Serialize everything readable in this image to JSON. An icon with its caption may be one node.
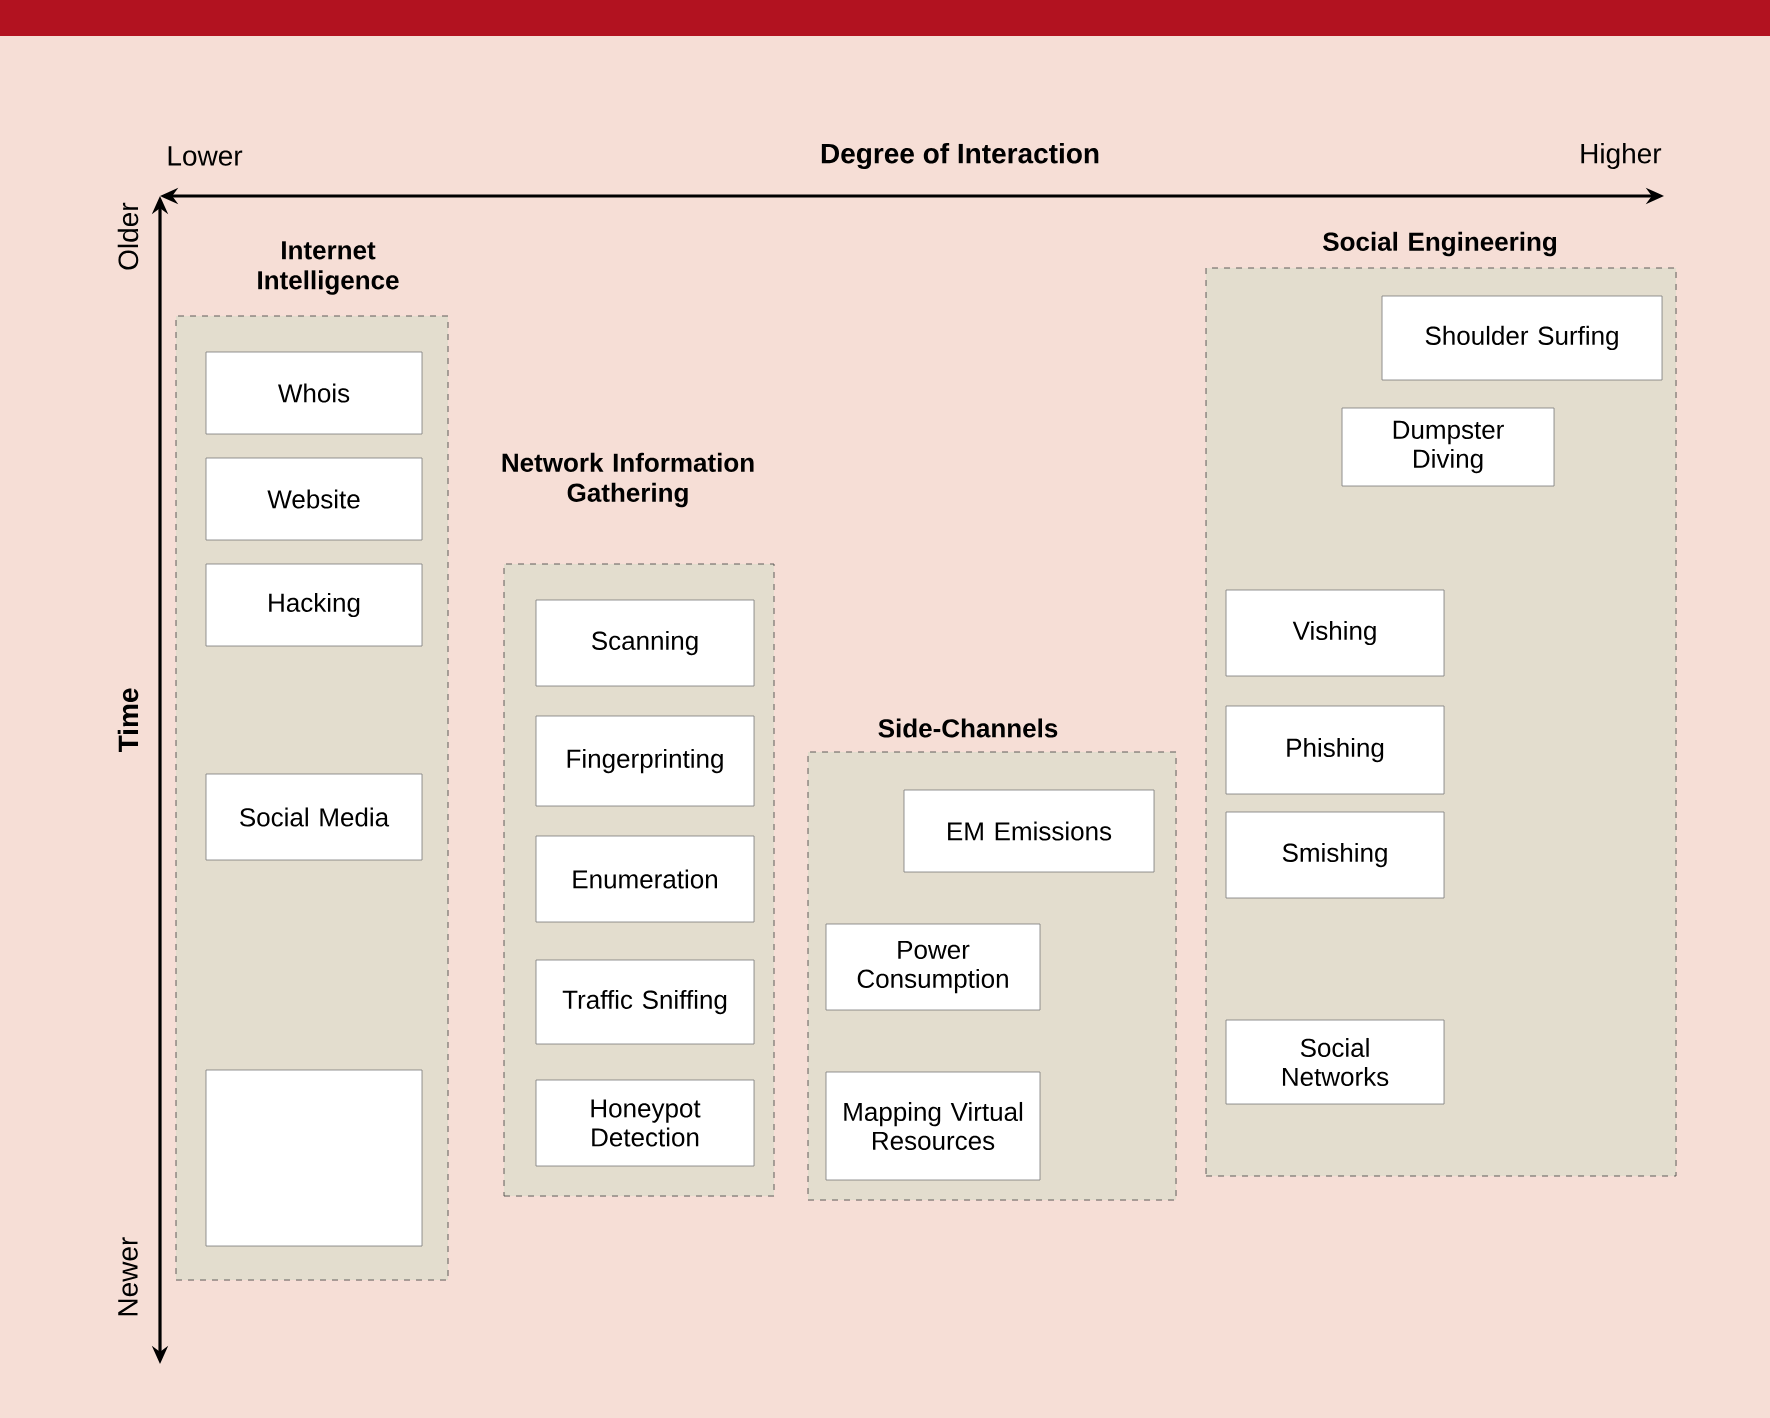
{
  "diagram": {
    "nodes": [
      {
        "text": [
          "Internet Intelligence"
        ]
      },
      {
        "text": [
          "Whois"
        ],
        "in": 0
      },
      {
        "text": [
          "Hacking"
        ],
        "in": 0
      },
      {
        "text": [
          "Website"
        ],
        "in": 0
      },
      {
        "text": [
          "Social Media"
        ],
        "in": 0
      },
      {
        "text": [],
        "shape": "box",
        "in": 0
      },
      {
        "text": [
          "Network Information Gathering"
        ]
      },
      {
        "text": [
          "Scanning"
        ],
        "in": 6
      },
      {
        "text": [
          "Fingerprinting"
        ],
        "in": 6
      },
      {
        "text": [
          "Enumeration"
        ],
        "in": 6
      },
      {
        "text": [
          "Traffic Sniffing"
        ],
        "in": 6
      },
      {
        "text": [
          "Honeypot Detection"
        ],
        "in": 6
      },
      {
        "text": [
          "Side-Channels"
        ]
      },
      {
        "text": [
          "EM Emissions"
        ],
        "in": 12
      },
      {
        "text": [
          "Power Consumption"
        ],
        "in": 12
      },
      {
        "text": [
          "Mapping Virtual Resources"
        ],
        "in": 12
      },
      {
        "text": [
          "Social Engineering"
        ]
      },
      {
        "text": [
          "Shoulder Surfing"
        ],
        "in": 16
      },
      {
        "text": [
          "Dumpster Diving"
        ],
        "in": 16
      },
      {
        "text": [
          "Vishing"
        ],
        "in": 16
      },
      {
        "text": [
          "Phishing"
        ],
        "in": 16
      },
      {
        "text": [
          "Smishing"
        ],
        "in": 16
      },
      {
        "text": [
          "Social Networks"
        ],
        "in": 16
      }
    ],
    "labels": [
      "Lower",
      "Degree of Interaction",
      "Higher",
      "Older",
      "Time",
      "Newer"
    ]
  }
}
